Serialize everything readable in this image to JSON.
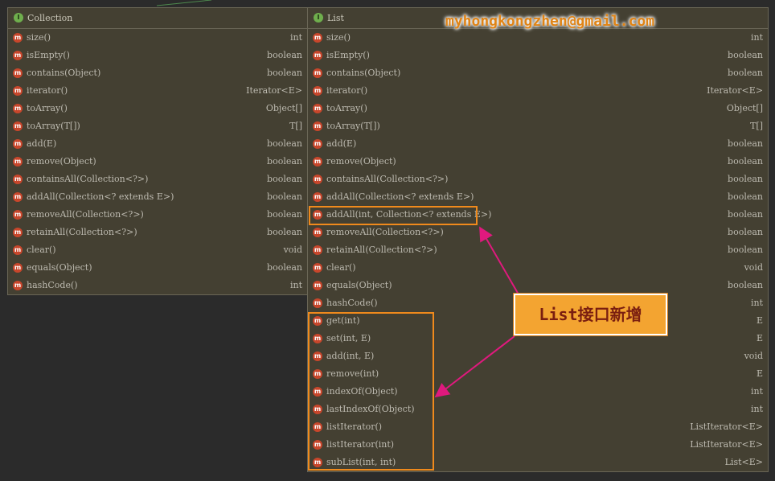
{
  "watermark": "myhongkongzhen@gmail.com",
  "callout": "List接口新增",
  "collection": {
    "icon_letter": "I",
    "title": "Collection",
    "methods": [
      {
        "name": "size()",
        "type": "int"
      },
      {
        "name": "isEmpty()",
        "type": "boolean"
      },
      {
        "name": "contains(Object)",
        "type": "boolean"
      },
      {
        "name": "iterator()",
        "type": "Iterator<E>"
      },
      {
        "name": "toArray()",
        "type": "Object[]"
      },
      {
        "name": "toArray(T[])",
        "type": "T[]"
      },
      {
        "name": "add(E)",
        "type": "boolean"
      },
      {
        "name": "remove(Object)",
        "type": "boolean"
      },
      {
        "name": "containsAll(Collection<?>)",
        "type": "boolean"
      },
      {
        "name": "addAll(Collection<? extends E>)",
        "type": "boolean"
      },
      {
        "name": "removeAll(Collection<?>)",
        "type": "boolean"
      },
      {
        "name": "retainAll(Collection<?>)",
        "type": "boolean"
      },
      {
        "name": "clear()",
        "type": "void"
      },
      {
        "name": "equals(Object)",
        "type": "boolean"
      },
      {
        "name": "hashCode()",
        "type": "int"
      }
    ]
  },
  "list": {
    "icon_letter": "I",
    "title": "List",
    "methods": [
      {
        "name": "size()",
        "type": "int"
      },
      {
        "name": "isEmpty()",
        "type": "boolean"
      },
      {
        "name": "contains(Object)",
        "type": "boolean"
      },
      {
        "name": "iterator()",
        "type": "Iterator<E>"
      },
      {
        "name": "toArray()",
        "type": "Object[]"
      },
      {
        "name": "toArray(T[])",
        "type": "T[]"
      },
      {
        "name": "add(E)",
        "type": "boolean"
      },
      {
        "name": "remove(Object)",
        "type": "boolean"
      },
      {
        "name": "containsAll(Collection<?>)",
        "type": "boolean"
      },
      {
        "name": "addAll(Collection<? extends E>)",
        "type": "boolean"
      },
      {
        "name": "addAll(int, Collection<? extends E>)",
        "type": "boolean"
      },
      {
        "name": "removeAll(Collection<?>)",
        "type": "boolean"
      },
      {
        "name": "retainAll(Collection<?>)",
        "type": "boolean"
      },
      {
        "name": "clear()",
        "type": "void"
      },
      {
        "name": "equals(Object)",
        "type": "boolean"
      },
      {
        "name": "hashCode()",
        "type": "int"
      },
      {
        "name": "get(int)",
        "type": "E"
      },
      {
        "name": "set(int, E)",
        "type": "E"
      },
      {
        "name": "add(int, E)",
        "type": "void"
      },
      {
        "name": "remove(int)",
        "type": "E"
      },
      {
        "name": "indexOf(Object)",
        "type": "int"
      },
      {
        "name": "lastIndexOf(Object)",
        "type": "int"
      },
      {
        "name": "listIterator()",
        "type": "ListIterator<E>"
      },
      {
        "name": "listIterator(int)",
        "type": "ListIterator<E>"
      },
      {
        "name": "subList(int, int)",
        "type": "List<E>"
      }
    ]
  },
  "colors": {
    "background": "#2b2b2b",
    "panel": "#444032",
    "method_icon": "#c8462b",
    "interface_icon": "#6fae4d",
    "highlight": "#f08a1c",
    "arrow": "#e0197e",
    "callout_fill": "#f3a431"
  },
  "icons": {
    "interface": "interface-icon",
    "method": "method-icon"
  }
}
